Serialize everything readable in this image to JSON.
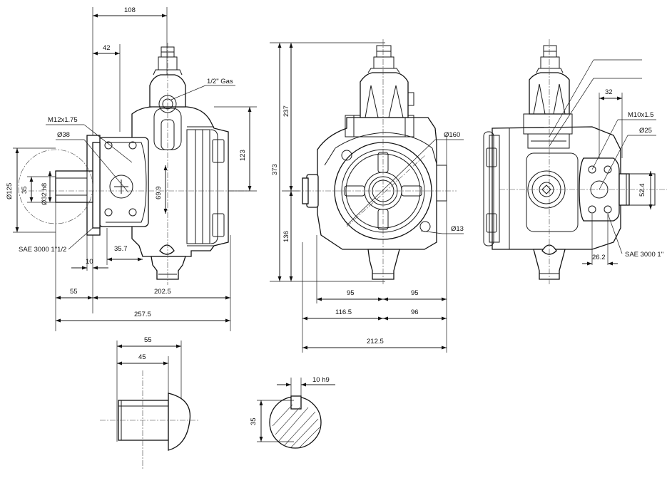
{
  "dimensions": {
    "left_view": {
      "top_width": "108",
      "inlet_offset": "42",
      "gas_port": "1/2\" Gas",
      "thread": "M12x1.75",
      "bolt_circle": "Ø38",
      "flange_dia": "Ø125",
      "shaft_len": "35",
      "shaft_dia": "Ø32 h8",
      "flange_height": "69.9",
      "center_height": "123",
      "sae_flange": "SAE 3000 1\"1/2",
      "flange_offset": "35.7",
      "flange_thk": "10",
      "shaft_ext": "55",
      "body_len": "202.5",
      "total_len": "257.5"
    },
    "front_view": {
      "upper_height": "237",
      "total_height": "373",
      "lower_height": "136",
      "pilot_dia": "Ø160",
      "hole_dia": "Ø13",
      "half_left": "95",
      "half_right": "95",
      "width_left": "116.5",
      "width_right": "96",
      "total_width": "212.5"
    },
    "right_view": {
      "port_offset": "32",
      "thread": "M10x1.5",
      "port_dia": "Ø25",
      "port_height": "52.4",
      "port_spacing": "26.2",
      "sae_flange": "SAE 3000 1\""
    },
    "shaft_detail": {
      "length_total": "55",
      "key_length": "45"
    },
    "key_section": {
      "key_width": "10 h9",
      "key_height": "35"
    }
  }
}
